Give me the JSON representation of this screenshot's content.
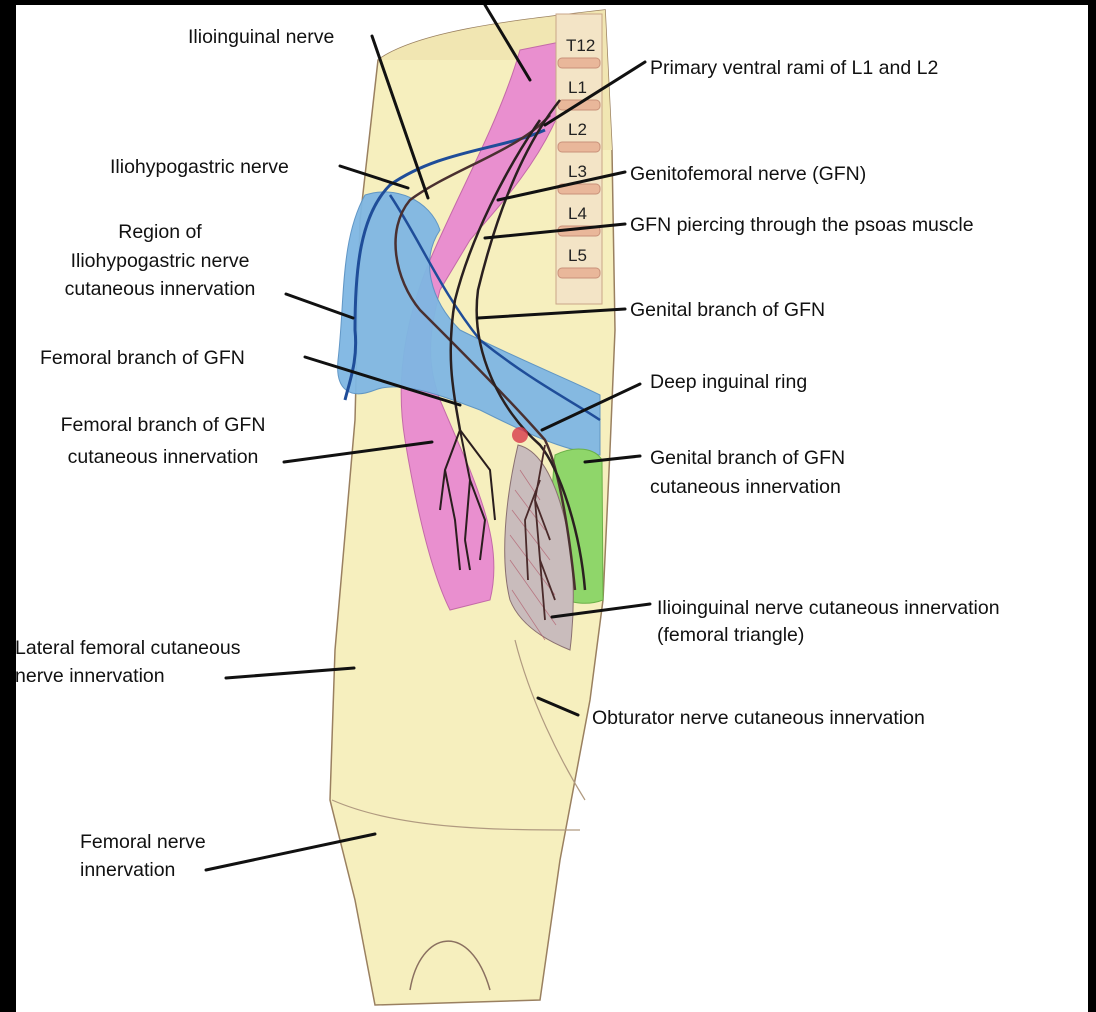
{
  "labels": {
    "ilioinguinal_nerve": "Ilioinguinal nerve",
    "primary_ventral_rami": "Primary ventral rami of L1 and L2",
    "iliohypogastric_nerve": "Iliohypogastric nerve",
    "genitofemoral_nerve": "Genitofemoral nerve (GFN)",
    "gfn_piercing": "GFN piercing through the psoas muscle",
    "region_iliohypogastric": [
      "Region of",
      "Iliohypogastric nerve",
      "cutaneous innervation"
    ],
    "genital_branch": "Genital branch of GFN",
    "femoral_branch": "Femoral branch of GFN",
    "deep_inguinal_ring": "Deep inguinal ring",
    "femoral_branch_cutaneous": [
      "Femoral branch of GFN",
      "cutaneous innervation"
    ],
    "genital_branch_cutaneous": [
      "Genital branch of GFN",
      "cutaneous innervation"
    ],
    "ilioinguinal_cutaneous": [
      "Ilioinguinal nerve cutaneous innervation",
      "(femoral triangle)"
    ],
    "lateral_femoral": [
      "Lateral femoral cutaneous",
      "nerve innervation"
    ],
    "obturator": "Obturator nerve cutaneous innervation",
    "femoral_nerve": [
      "Femoral nerve",
      "innervation"
    ]
  },
  "vertebrae": [
    "T12",
    "L1",
    "L2",
    "L3",
    "L4",
    "L5"
  ],
  "colors": {
    "thigh": "#f6efbe",
    "psoas": "#e98fcf",
    "iliohypogastric_region": "#7fb7e3",
    "genital_region": "#8fd66a",
    "ilioinguinal_region": "#bcb3b3",
    "vertebra": "#f0c7a4",
    "nerve_blue": "#1f4d99",
    "nerve_dark": "#3a2a2a"
  }
}
